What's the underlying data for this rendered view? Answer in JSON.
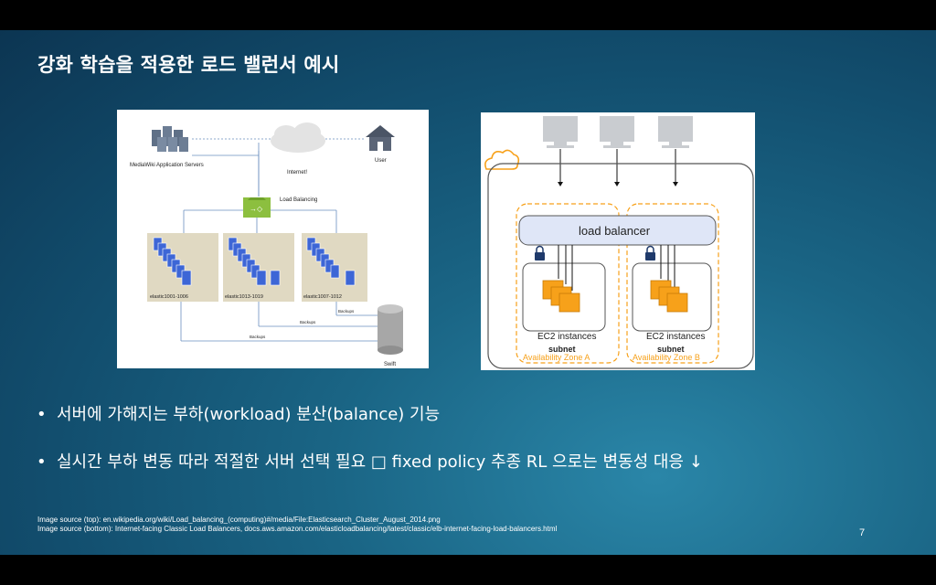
{
  "slide": {
    "title": "강화 학습을 적용한 로드 밸런서 예시",
    "bullets": [
      "서버에 가해지는 부하(workload) 분산(balance) 기능",
      "실시간 부하 변동 따라 적절한 서버 선택 필요 □ fixed policy 추종 RL 으로는 변동성 대응 ↓"
    ],
    "bullet_marker": "•",
    "sources": [
      "Image source (top): en.wikipedia.org/wiki/Load_balancing_(computing)#/media/File:Elasticsearch_Cluster_August_2014.png",
      "Image source (bottom): Internet-facing Classic Load Balancers, docs.aws.amazon.com/elasticloadbalancing/latest/classic/elb-internet-facing-load-balancers.html"
    ],
    "page_number": "7"
  },
  "figure_left": {
    "app_servers_label": "MediaWiki Application Servers",
    "internet_label": "Internet!",
    "user_label": "User",
    "lb_label": "Load Balancing",
    "clusters": [
      "elastic1001-1006",
      "elastic1013-1019",
      "elastic1007-1012"
    ],
    "backup_label": "Backups",
    "storage_label": "Swift"
  },
  "figure_right": {
    "lb_label": "load balancer",
    "instances_label": "EC2 instances",
    "subnet_label": "subnet",
    "zones": [
      "Availability Zone A",
      "Availability Zone B"
    ]
  },
  "colors": {
    "accent_orange": "#f7a11a",
    "lb_fill": "#dfe6f7",
    "server_blue": "#3d66d6",
    "cluster_bg": "#e0d9c2",
    "lb_green": "#8cbf3f"
  }
}
